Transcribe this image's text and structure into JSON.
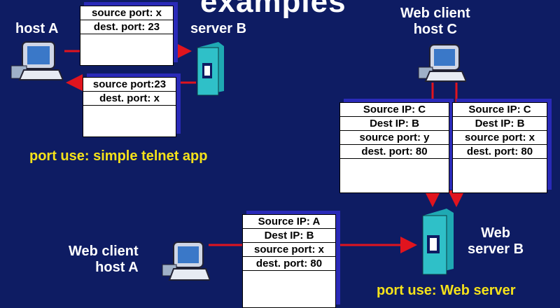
{
  "title": "examples",
  "telnet": {
    "host_a_label": "host A",
    "server_b_label": "server B",
    "request_segment": [
      "source port: x",
      "dest. port: 23"
    ],
    "reply_segment": [
      "source port:23",
      "dest. port: x"
    ],
    "caption": "port use: simple telnet app"
  },
  "web": {
    "client_c_label": [
      "Web client",
      "host C"
    ],
    "client_a_label": [
      "Web client",
      "host A"
    ],
    "server_label": [
      "Web",
      "server B"
    ],
    "segment_c_y": [
      "Source IP: C",
      "Dest IP: B",
      "source port: y",
      "dest. port: 80"
    ],
    "segment_c_x": [
      "Source IP: C",
      "Dest IP: B",
      "source port: x",
      "dest. port: 80"
    ],
    "segment_a_x": [
      "Source IP: A",
      "Dest IP: B",
      "source port: x",
      "dest. port: 80"
    ],
    "caption": "port use: Web server"
  },
  "colors": {
    "background": "#0e1c63",
    "arrow": "#e0141e",
    "caption": "#f5e21a",
    "server": "#2fc0c8"
  }
}
